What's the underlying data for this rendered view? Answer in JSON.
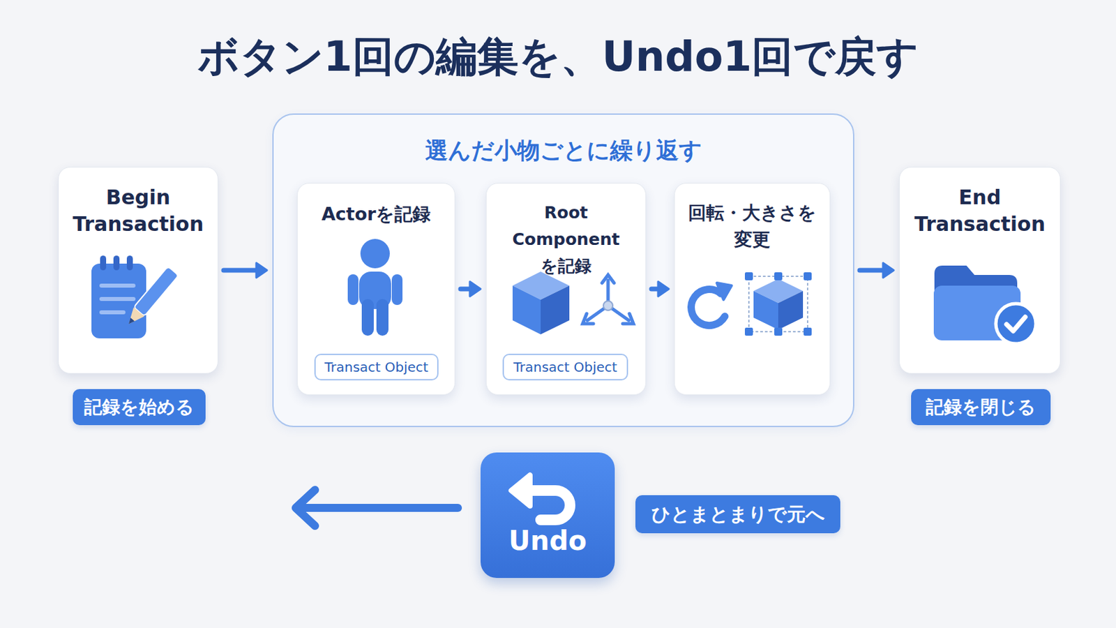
{
  "diagram": {
    "title": "ボタン1回の編集を、Undo1回で戻す",
    "nodes": [
      {
        "text": [
          "Begin Transaction",
          "記録を始める"
        ]
      },
      {
        "text": [
          "選んだ小物ごとに繰り返す"
        ]
      },
      {
        "text": [
          "Actorを記録",
          "Transact Object"
        ],
        "in": 1
      },
      {
        "text": [
          "Root Component を記録",
          "Transact Object"
        ],
        "in": 1
      },
      {
        "text": [
          "回転・大きさを 変更"
        ],
        "in": 1
      },
      {
        "text": [
          "End Transaction",
          "記録を閉じる"
        ]
      },
      {
        "text": [
          "Undo",
          "ひとまとまりで元へ"
        ]
      }
    ],
    "edges": [
      {
        "from": 0,
        "to": 1,
        "arrow": "to"
      },
      {
        "from": 2,
        "to": 3,
        "arrow": "to"
      },
      {
        "from": 3,
        "to": 4,
        "arrow": "to"
      },
      {
        "from": 1,
        "to": 5,
        "arrow": "to"
      }
    ]
  }
}
